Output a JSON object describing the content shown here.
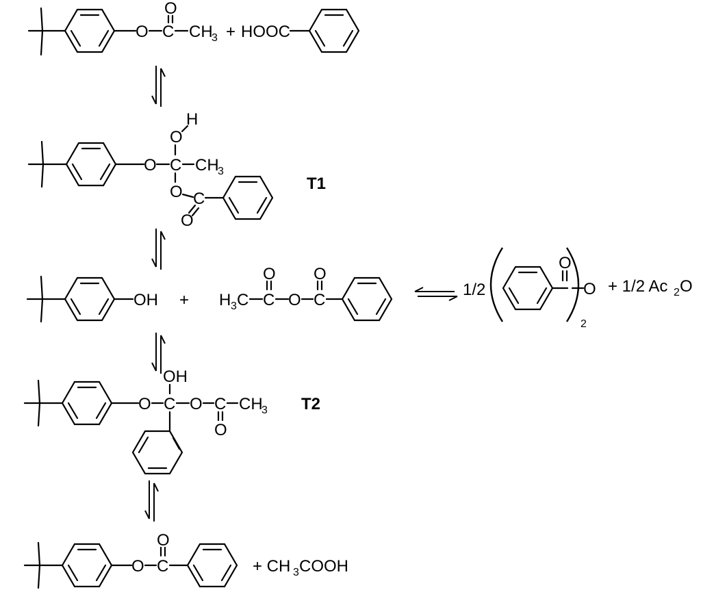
{
  "reaction_scheme": {
    "row1": {
      "plus": "+",
      "reagent": "HOOC"
    },
    "t1": {
      "label": "T1"
    },
    "row3": {
      "oh": "OH",
      "plus": "+",
      "frac": "1/2",
      "anhydride_sub": "2",
      "plus2": "+ 1/2 Ac",
      "ac2o_sub": "2",
      "ac2o_o": "O"
    },
    "t2": {
      "label": "T2",
      "oh": "OH"
    },
    "row5": {
      "plus": "+ CH",
      "sub": "3",
      "tail": "COOH"
    },
    "atoms": {
      "o": "O",
      "c": "C",
      "ch": "CH",
      "h": "H",
      "h3c": "H",
      "sub3": "3"
    }
  }
}
